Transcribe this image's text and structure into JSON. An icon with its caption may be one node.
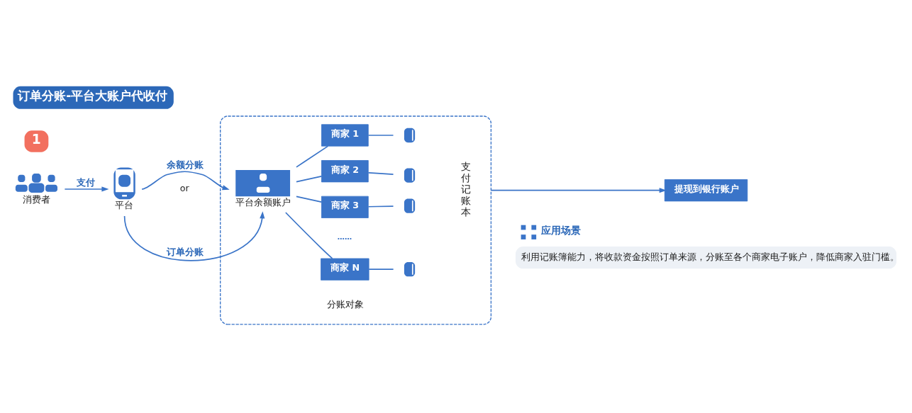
{
  "diagram": {
    "title": "订单分账-平台大账户代收付",
    "nodes": [
      {
        "text": [
          "消费者"
        ]
      },
      {
        "text": [
          "平台"
        ]
      },
      {
        "text": [],
        "shape": "box"
      },
      {
        "text": [
          "平台余额账户"
        ],
        "in": 2
      },
      {
        "text": [
          "商家 1"
        ],
        "in": 2
      },
      {
        "text": [
          "商家 2"
        ],
        "in": 2
      },
      {
        "text": [
          "商家 3"
        ],
        "in": 2
      },
      {
        "text": [
          "商家 N"
        ],
        "in": 2
      },
      {
        "text": [],
        "shape": "picture",
        "in": 2
      },
      {
        "text": [],
        "shape": "picture",
        "in": 2
      },
      {
        "text": [],
        "shape": "picture",
        "in": 2
      },
      {
        "text": [],
        "shape": "picture",
        "in": 2
      },
      {
        "text": [
          "提现到银行账户"
        ]
      },
      {
        "text": [
          "应用场景",
          "利用记账簿能力，将收款资金按照订单来源，分账至各个商家电子账户，降低商家入驻门槛。"
        ]
      }
    ],
    "edges": [
      {
        "from": 0,
        "to": 1,
        "arrow": "to",
        "label": "支付"
      },
      {
        "from": 1,
        "to": 3,
        "arrow": "to",
        "label": "余额分账"
      },
      {
        "from": 1,
        "to": 3,
        "arrow": "to",
        "label": "订单分账"
      },
      {
        "from": 3,
        "to": 4,
        "arrow": "none"
      },
      {
        "from": 3,
        "to": 5,
        "arrow": "none"
      },
      {
        "from": 3,
        "to": 6,
        "arrow": "none"
      },
      {
        "from": 3,
        "to": 7,
        "arrow": "none"
      },
      {
        "from": 4,
        "to": 8,
        "arrow": "none"
      },
      {
        "from": 5,
        "to": 9,
        "arrow": "none"
      },
      {
        "from": 6,
        "to": 10,
        "arrow": "none"
      },
      {
        "from": 7,
        "to": 11,
        "arrow": "none"
      },
      {
        "from": 2,
        "to": 12,
        "arrow": "to"
      }
    ],
    "labels": [
      "1",
      "or",
      "支付记账本",
      "……",
      "分账对象"
    ]
  }
}
